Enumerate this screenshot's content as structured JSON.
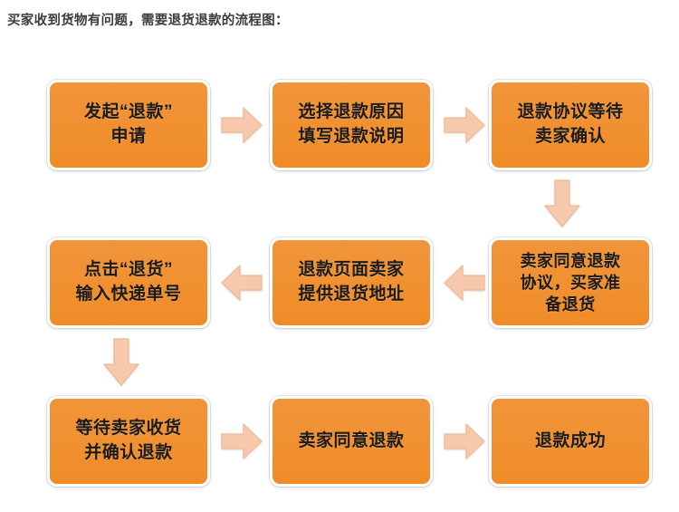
{
  "title": "买家收到货物有问题，需要退货退款的流程图：",
  "colors": {
    "node_fill": "#f0922f",
    "node_border": "#fcfdfd",
    "arrow_fill": "#f6c9ad",
    "arrow_stroke": "#eeb896",
    "text": "#1b1b1b",
    "background": "#ffffff"
  },
  "flow": {
    "nodes": [
      {
        "id": "n1",
        "lines": [
          "发起“退款”",
          "申请"
        ]
      },
      {
        "id": "n2",
        "lines": [
          "选择退款原因",
          "填写退款说明"
        ]
      },
      {
        "id": "n3",
        "lines": [
          "退款协议等待",
          "卖家确认"
        ]
      },
      {
        "id": "n4",
        "lines": [
          "卖家同意退款",
          "协议，买家准",
          "备退货"
        ]
      },
      {
        "id": "n5",
        "lines": [
          "退款页面卖家",
          "提供退货地址"
        ]
      },
      {
        "id": "n6",
        "lines": [
          "点击“退货”",
          "输入快递单号"
        ]
      },
      {
        "id": "n7",
        "lines": [
          "等待卖家收货",
          "并确认退款"
        ]
      },
      {
        "id": "n8",
        "lines": [
          "卖家同意退款"
        ]
      },
      {
        "id": "n9",
        "lines": [
          "退款成功"
        ]
      }
    ],
    "connectors": [
      {
        "id": "a1",
        "from": "n1",
        "to": "n2",
        "direction": "right"
      },
      {
        "id": "a2",
        "from": "n2",
        "to": "n3",
        "direction": "right"
      },
      {
        "id": "a3",
        "from": "n3",
        "to": "n4",
        "direction": "down"
      },
      {
        "id": "a4",
        "from": "n4",
        "to": "n5",
        "direction": "left"
      },
      {
        "id": "a5",
        "from": "n5",
        "to": "n6",
        "direction": "left"
      },
      {
        "id": "a6",
        "from": "n6",
        "to": "n7",
        "direction": "down"
      },
      {
        "id": "a7",
        "from": "n7",
        "to": "n8",
        "direction": "right"
      },
      {
        "id": "a8",
        "from": "n8",
        "to": "n9",
        "direction": "right"
      }
    ]
  }
}
